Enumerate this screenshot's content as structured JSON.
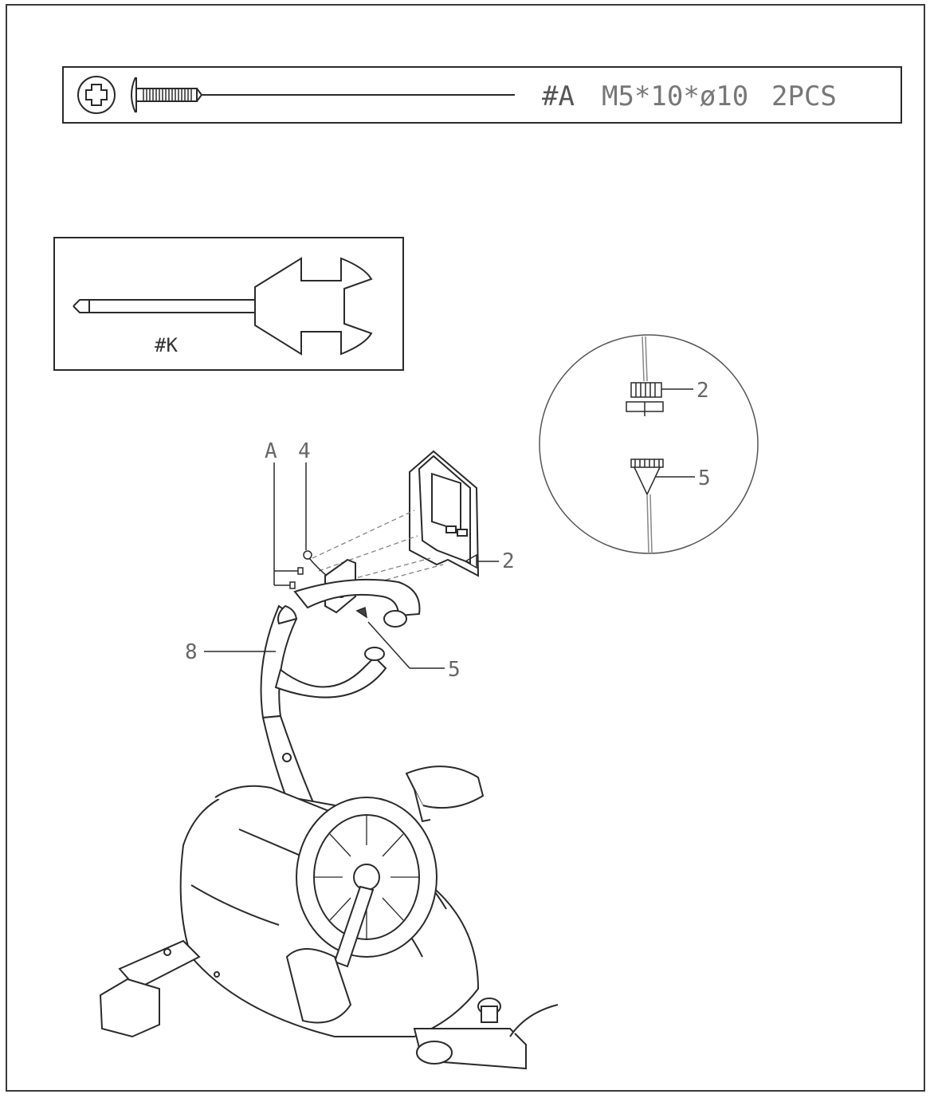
{
  "hardware_bar": {
    "part_id": "#A",
    "spec": "M5*10*ø10",
    "quantity": "2PCS",
    "icons": [
      "phillips-head-icon",
      "screw-side-view-icon"
    ]
  },
  "tool_box": {
    "label": "#K",
    "icon": "screwdriver-wrench-tool-icon"
  },
  "callouts": {
    "bolt_a": "A",
    "part_4": "4",
    "console_2": "2",
    "cable_5": "5",
    "handlebar_8": "8"
  },
  "detail_circle": {
    "connector_2": "2",
    "connector_5": "5"
  },
  "colors": {
    "line": "#2a2a2a",
    "label": "#555555",
    "background": "#ffffff"
  }
}
